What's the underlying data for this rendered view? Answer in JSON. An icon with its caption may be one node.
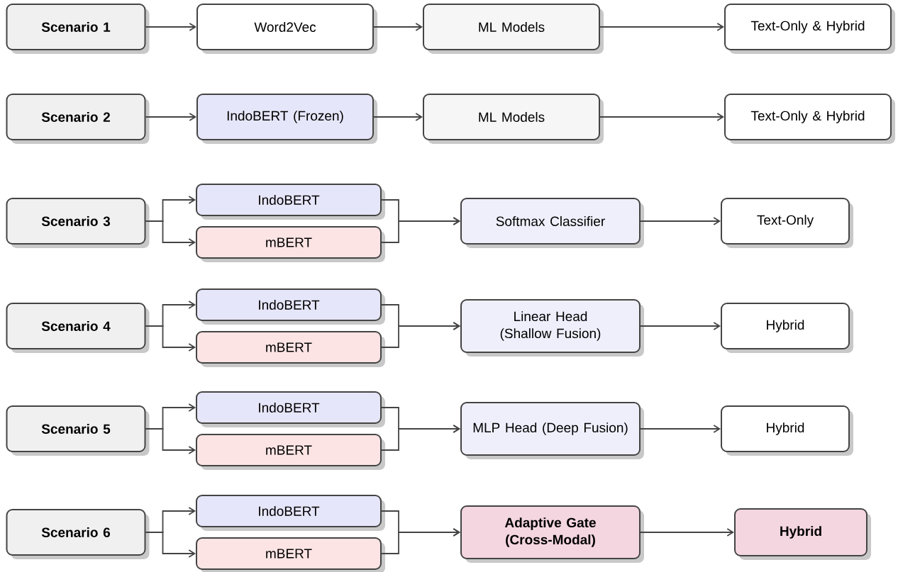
{
  "diagram": {
    "nodes": [
      {
        "text": [
          "Scenario 1"
        ]
      },
      {
        "text": [
          "Word2Vec"
        ]
      },
      {
        "text": [
          "ML Models"
        ]
      },
      {
        "text": [
          "Text-Only & Hybrid"
        ]
      },
      {
        "text": [
          "Scenario 2"
        ]
      },
      {
        "text": [
          "IndoBERT (Frozen)"
        ]
      },
      {
        "text": [
          "ML Models"
        ]
      },
      {
        "text": [
          "Text-Only & Hybrid"
        ]
      },
      {
        "text": [
          "Scenario 3"
        ]
      },
      {
        "text": [
          "IndoBERT"
        ]
      },
      {
        "text": [
          "mBERT"
        ]
      },
      {
        "text": [
          "Softmax Classifier"
        ]
      },
      {
        "text": [
          "Text-Only"
        ]
      },
      {
        "text": [
          "Scenario 4"
        ]
      },
      {
        "text": [
          "IndoBERT"
        ]
      },
      {
        "text": [
          "mBERT"
        ]
      },
      {
        "text": [
          "Linear Head (Shallow Fusion)"
        ]
      },
      {
        "text": [
          "Hybrid"
        ]
      },
      {
        "text": [
          "Scenario 5"
        ]
      },
      {
        "text": [
          "IndoBERT"
        ]
      },
      {
        "text": [
          "mBERT"
        ]
      },
      {
        "text": [
          "MLP Head (Deep Fusion)"
        ]
      },
      {
        "text": [
          "Hybrid"
        ]
      },
      {
        "text": [
          "Scenario 6"
        ]
      },
      {
        "text": [
          "IndoBERT"
        ]
      },
      {
        "text": [
          "mBERT"
        ]
      },
      {
        "text": [
          "Adaptive Gate (Cross-Modal)"
        ]
      },
      {
        "text": [
          "Hybrid"
        ]
      }
    ],
    "edges": [
      {
        "from": 0,
        "to": 1,
        "arrow": "to"
      },
      {
        "from": 1,
        "to": 2,
        "arrow": "to"
      },
      {
        "from": 2,
        "to": 3,
        "arrow": "to"
      },
      {
        "from": 4,
        "to": 5,
        "arrow": "to"
      },
      {
        "from": 5,
        "to": 6,
        "arrow": "to"
      },
      {
        "from": 6,
        "to": 7,
        "arrow": "to"
      },
      {
        "from": 8,
        "to": 9,
        "arrow": "to"
      },
      {
        "from": 8,
        "to": 10,
        "arrow": "to"
      },
      {
        "from": 9,
        "to": 11,
        "arrow": "to"
      },
      {
        "from": 10,
        "to": 11,
        "arrow": "to"
      },
      {
        "from": 11,
        "to": 12,
        "arrow": "to"
      },
      {
        "from": 13,
        "to": 14,
        "arrow": "to"
      },
      {
        "from": 13,
        "to": 15,
        "arrow": "to"
      },
      {
        "from": 14,
        "to": 16,
        "arrow": "to"
      },
      {
        "from": 15,
        "to": 16,
        "arrow": "to"
      },
      {
        "from": 16,
        "to": 17,
        "arrow": "to"
      },
      {
        "from": 18,
        "to": 19,
        "arrow": "to"
      },
      {
        "from": 18,
        "to": 20,
        "arrow": "to"
      },
      {
        "from": 19,
        "to": 21,
        "arrow": "to"
      },
      {
        "from": 20,
        "to": 21,
        "arrow": "to"
      },
      {
        "from": 21,
        "to": 22,
        "arrow": "to"
      },
      {
        "from": 23,
        "to": 24,
        "arrow": "to"
      },
      {
        "from": 23,
        "to": 25,
        "arrow": "to"
      },
      {
        "from": 24,
        "to": 26,
        "arrow": "to"
      },
      {
        "from": 25,
        "to": 26,
        "arrow": "to"
      },
      {
        "from": 26,
        "to": 27,
        "arrow": "to"
      }
    ]
  }
}
